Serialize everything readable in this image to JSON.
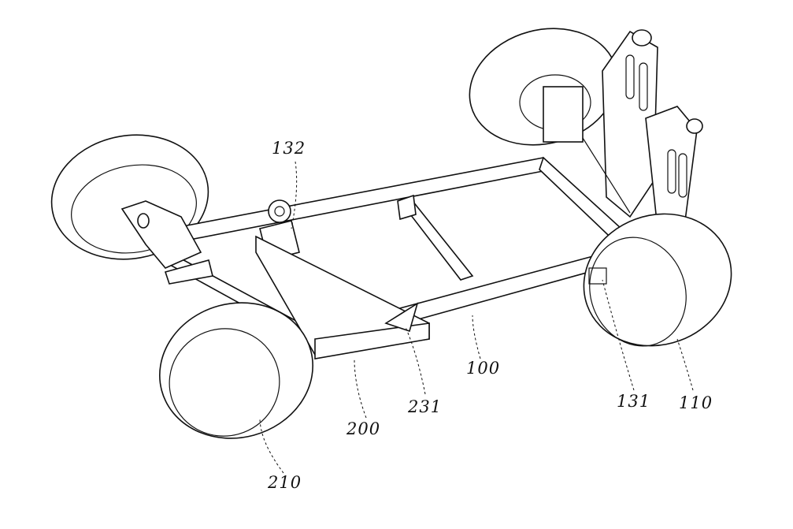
{
  "figure": {
    "labels": {
      "frame": "100",
      "rear_wheel": "110",
      "mount_131": "131",
      "bracket_132": "132",
      "front_frame": "200",
      "front_wheel": "210",
      "link_231": "231"
    }
  }
}
